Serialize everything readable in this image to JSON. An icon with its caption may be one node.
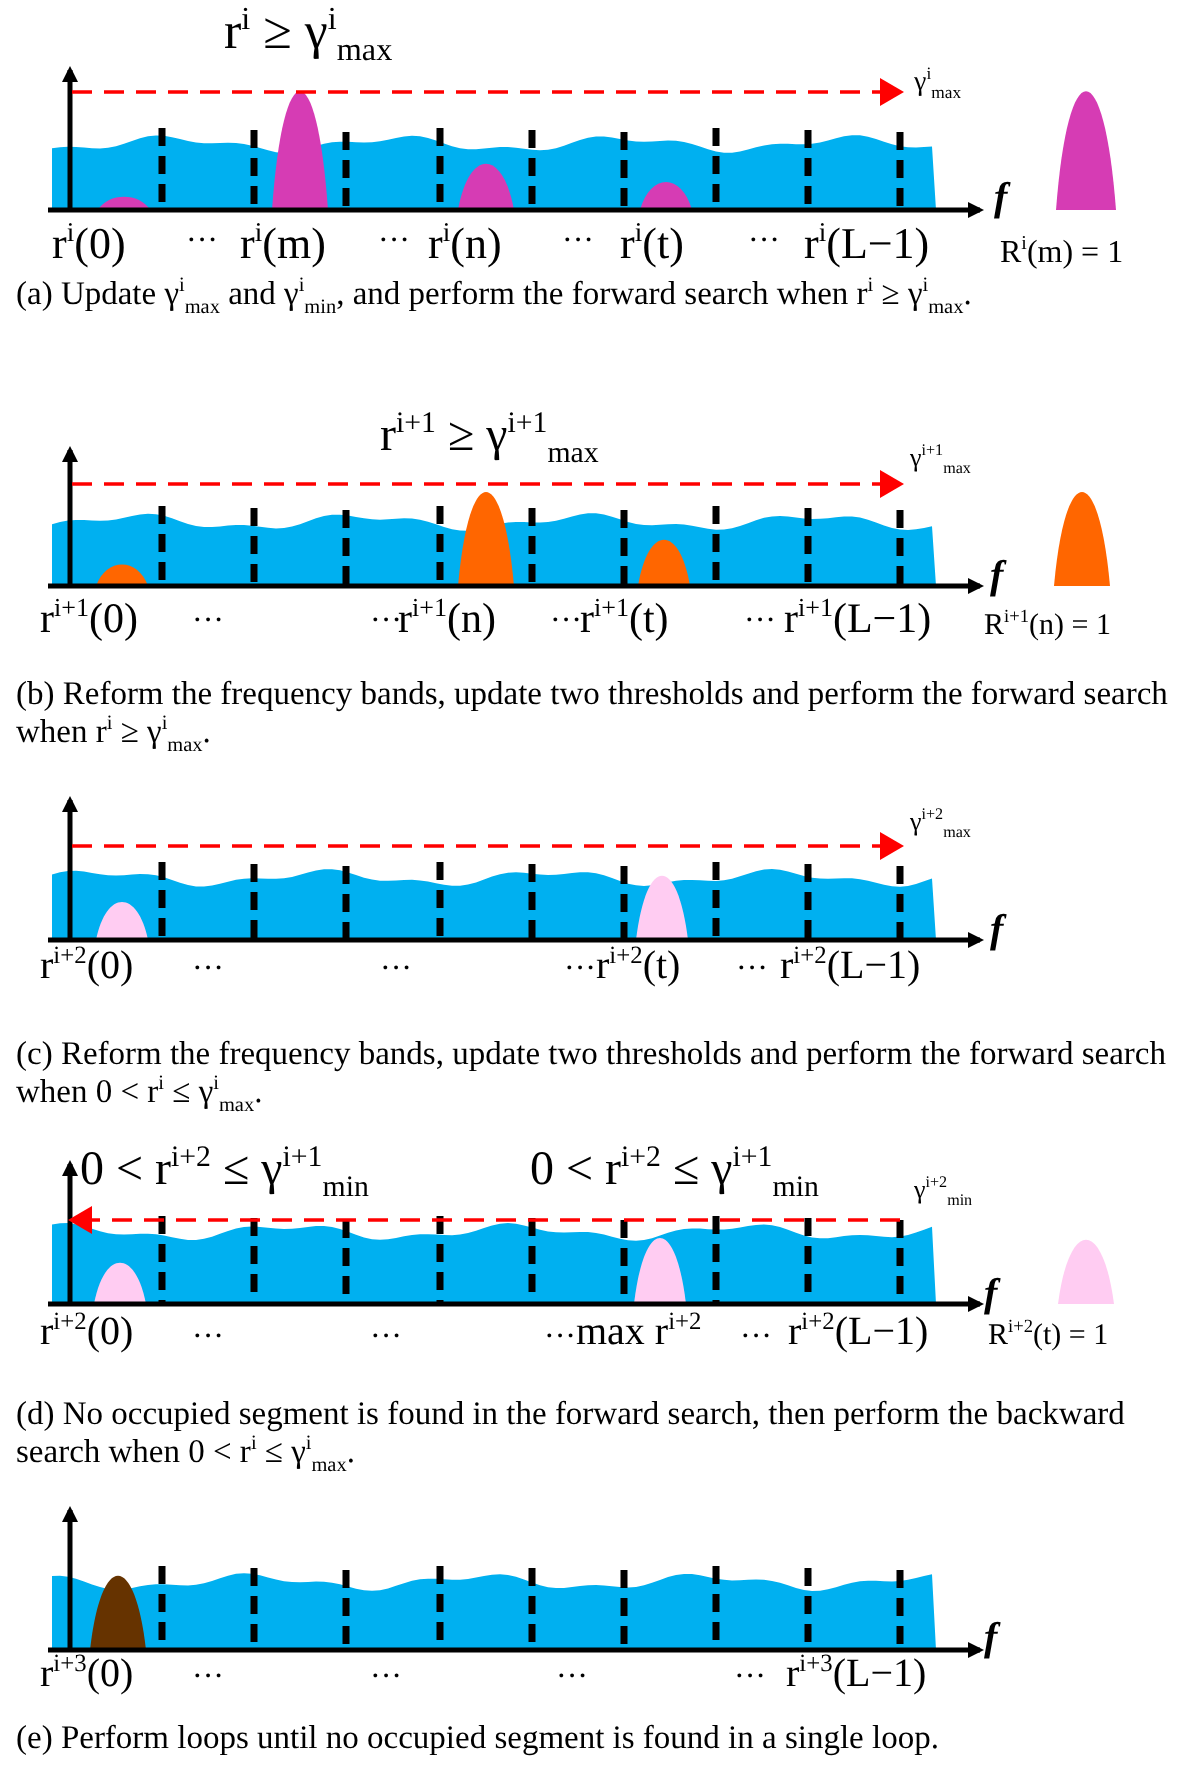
{
  "diagram": {
    "labels": [
      "r$^{i}$ ≥ γ$^{i}$$_{max}$",
      "γ$^{i}$$_{max}$",
      "f",
      "r$^{i}$(0)",
      "···",
      "r$^{i}$(m)",
      "···",
      "r$^{i}$(n)",
      "···",
      "r$^{i}$(t)",
      "···",
      "r$^{i}$(L−1)",
      "R$^{i}$(m) = 1",
      "(a) Update γ$^{i}$$_{max}$ and γ$^{i}$$_{min}$, and perform the forward search when r$^{i}$ ≥ γ$^{i}$$_{max}$.",
      "r$^{i+1}$ ≥ γ$^{i+1}$$_{max}$",
      "γ$^{i+1}$$_{max}$",
      "f",
      "r$^{i+1}$(0)",
      "···",
      "···",
      "r$^{i+1}$(n)",
      "···",
      "r$^{i+1}$(t)",
      "···",
      "r$^{i+1}$(L−1)",
      "R$^{i+1}$(n) = 1",
      "(b) Reform the frequency bands, update two thresholds and perform the forward search when r$^{i}$ ≥ γ$^{i}$$_{max}$.",
      "γ$^{i+2}$$_{max}$",
      "f",
      "r$^{i+2}$(0)",
      "···",
      "···",
      "···",
      "r$^{i+2}$(t)",
      "···",
      "r$^{i+2}$(L−1)",
      "(c) Reform the frequency bands, update two thresholds and perform the forward search when 0 < r$^{i}$ ≤ γ$^{i}$$_{max}$.",
      "0 < r$^{i+2}$ ≤ γ$^{i+1}$$_{min}$",
      "0 < r$^{i+2}$ ≤ γ$^{i+1}$$_{min}$",
      "γ$^{i+2}$$_{min}$",
      "f",
      "r$^{i+2}$(0)",
      "···",
      "···",
      "···",
      "max r$^{i+2}$",
      "···",
      "r$^{i+2}$(L−1)",
      "R$^{i+2}$(t) = 1",
      "(d) No occupied segment is found in the forward search, then perform the backward search when 0 < r$^{i}$ ≤ γ$^{i}$$_{max}$.",
      "f",
      "r$^{i+3}$(0)",
      "···",
      "···",
      "···",
      "···",
      "r$^{i+3}$(L−1)",
      "(e) Perform loops until no occupied segment is found in a single loop."
    ]
  }
}
